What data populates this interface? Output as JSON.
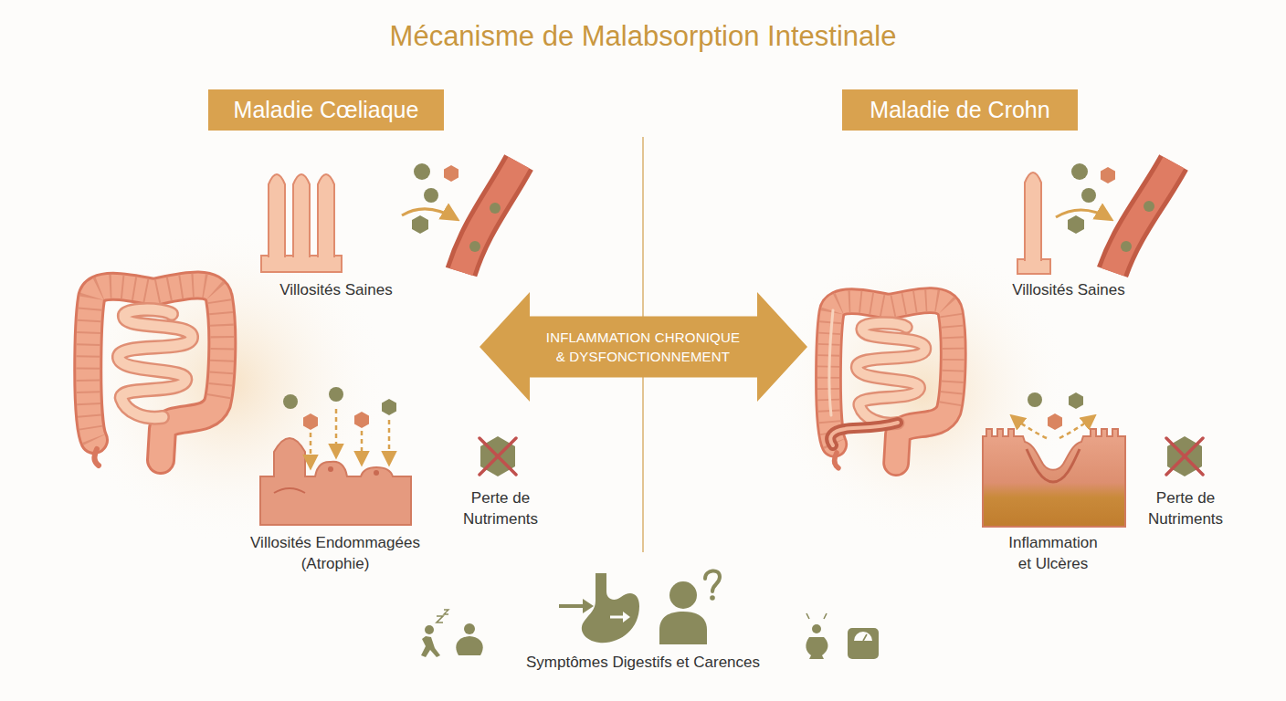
{
  "diagram": {
    "title": "Mécanisme de Malabsorption Intestinale",
    "nodes": [
      {
        "text": [
          "Maladie Cœliaque"
        ]
      },
      {
        "text": [
          "INFLAMMATION CHRONIQUE & DYSFONCTIONNEMENT"
        ]
      },
      {
        "text": [
          "Maladie de Crohn"
        ]
      }
    ],
    "labels": [
      "Villosités Saines",
      "Villosités Endommagées (Atrophie)",
      "Perte de Nutriments",
      "Villosités Saines",
      "Inflammation et Ulcères",
      "Perte de Nutriments",
      "Symptômes Digestifs et Carences"
    ]
  }
}
